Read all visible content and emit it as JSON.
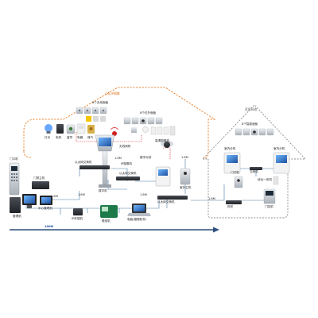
{
  "colors": {
    "bus_line": "#2f4f7c",
    "zone_outline": "#e8883a",
    "home_outline": "#8d8d8d",
    "link_line": "#3f9a4a",
    "red_link": "#d42020",
    "device_dark": "#2b2e33",
    "device_silver": "#c7ccd2"
  },
  "zones": {
    "community_label": "小区IP网络",
    "home_label": "家居网络"
  },
  "labels": {
    "smart_panel_top": "8个无线面板",
    "sensors_right": "8个红外面板",
    "cat_lights": "灯光",
    "cat_curtains": "电机",
    "cat_appliances": "窗帘",
    "cat_security": "电器",
    "cat_gas": "煤气",
    "cat_camera": "高清摄像机",
    "villa_panel": "8个智能面板",
    "indoor_unit_1": "室内分机",
    "indoor_unit_2": "室内分机",
    "door_station_left": "门口机",
    "switch_top": "以太网交换机",
    "switch_mid": "以太网交换机",
    "switch_bottom": "以太网交换机",
    "access_box": "门禁主机",
    "ip_mgmt": "IP管理器",
    "center_manager": "中心管理机",
    "pc": "管理机",
    "ip_terminal": "IP终端机",
    "intercom": "联络机",
    "laptop": "电脑(管理软件)",
    "kiosk_label": "楼宇机",
    "wireless_bridge": "无线网桥",
    "door_phone": "楼宇对讲",
    "ip_camera": "IP摄像机",
    "outdoor_station": "室外主机",
    "repeater": "门控机",
    "comb_switch": "综合一体机",
    "gateway": "网关",
    "villa_door": "门口机",
    "small_switch": "交换机",
    "speed_1": "1.6M",
    "speed_2": "1.6M",
    "speed_3": "1.6M",
    "speed_4": "1.6M",
    "speed_5": "1.6M",
    "speed_6": "1.6M",
    "bus_speed": "100M"
  }
}
